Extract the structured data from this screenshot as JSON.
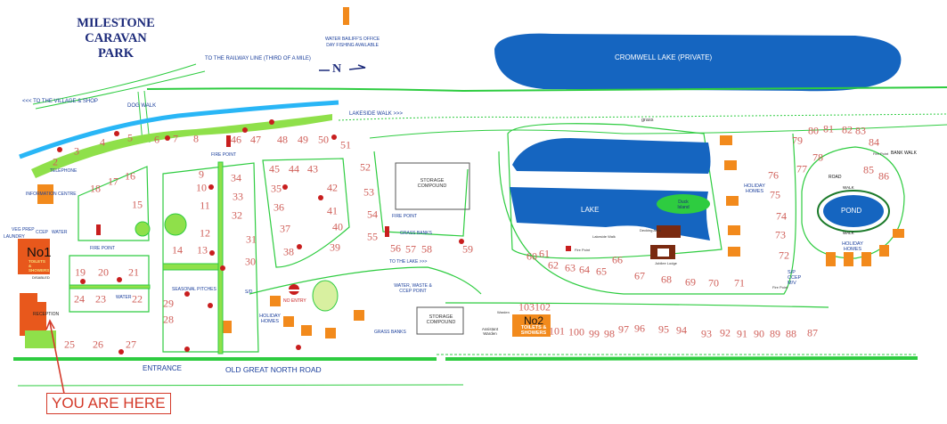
{
  "title": {
    "line1": "MILESTONE CARAVAN",
    "line2": "PARK"
  },
  "legend": {
    "bailiff_line1": "WATER BAILIFF'S OFFICE",
    "bailiff_line2": "DAY FISHING AVAILABLE",
    "north": "N"
  },
  "labels": {
    "railway": "TO THE RAILWAY LINE (THIRD OF A MILE)",
    "village": "<<< TO THE VILLAGE & SHOP",
    "dog_walk": "DOG WALK",
    "lakeside_walk": "LAKESIDE WALK >>>",
    "cromwell": "CROMWELL LAKE (PRIVATE)",
    "telephone": "TELEPHONE",
    "info": "INFORMATION CENTRE",
    "veg_prep": "VEG PREP",
    "laundry": "LAUNDRY",
    "ccep": "CCEP",
    "water": "WATER",
    "no1": "No1",
    "no1_sub": "TOILETS & SHOWERS",
    "disabled": "DISABLED",
    "reception": "RECEPTION",
    "fire_point": "FIRE POINT",
    "seasonal": "SEASONAL PITCHES",
    "water_mid": "WATER",
    "sd": "S/D",
    "no_entry": "NO ENTRY",
    "holiday_homes": "HOLIDAY HOMES",
    "grass_banks": "GRASS BANKS",
    "storage": "STORAGE COMPOUND",
    "to_lake": "TO THE LAKE >>>",
    "water_waste": "WATER, WASTE & CCEP POINT",
    "entrance": "ENTRANCE",
    "road": "OLD GREAT NORTH ROAD",
    "you_are_here": "YOU ARE HERE",
    "grass": "grass",
    "lake": "LAKE",
    "duck_island": "Duck Island",
    "decking": "Decking Area",
    "lakeside_walk_small": "Lakeside Walk",
    "jubilee": "Jubilee Lodge",
    "fire_point_small": "Fire Point",
    "pond": "POND",
    "walk": "WALK",
    "road_small": "ROAD",
    "bank_walk": "BANK WALK",
    "sp_ccep": "S/P CCEP M/V",
    "no2": "No2",
    "no2_sub": "TOILETS & SHOWERS",
    "assistant_warden": "Assistant Warden",
    "warden": "Warden"
  },
  "pitches": [
    "2",
    "3",
    "4",
    "5",
    "6",
    "7",
    "8",
    "46",
    "47",
    "48",
    "49",
    "50",
    "51",
    "45",
    "44",
    "43",
    "42",
    "41",
    "40",
    "39",
    "35",
    "36",
    "37",
    "38",
    "34",
    "33",
    "32",
    "31",
    "30",
    "9",
    "10",
    "11",
    "12",
    "13",
    "14",
    "18",
    "17",
    "16",
    "15",
    "19",
    "20",
    "21",
    "24",
    "23",
    "22",
    "29",
    "28",
    "25",
    "26",
    "27",
    "52",
    "53",
    "54",
    "55",
    "56",
    "57",
    "58",
    "59",
    "60",
    "61",
    "62",
    "63",
    "64",
    "65",
    "66",
    "67",
    "68",
    "69",
    "70",
    "71",
    "72",
    "73",
    "74",
    "75",
    "76",
    "77",
    "78",
    "79",
    "80",
    "81",
    "82",
    "83",
    "84",
    "85",
    "86",
    "87",
    "88",
    "89",
    "90",
    "91",
    "92",
    "93",
    "94",
    "95",
    "96",
    "97",
    "98",
    "99",
    "100",
    "101",
    "102",
    "103"
  ],
  "colors": {
    "green": "#2ecc40",
    "lightgreen": "#9be05a",
    "water": "#1565c0",
    "river": "#29b6f6",
    "orange": "#f28a1c",
    "pitch": "#d0605a",
    "text": "#1b3f9c"
  }
}
